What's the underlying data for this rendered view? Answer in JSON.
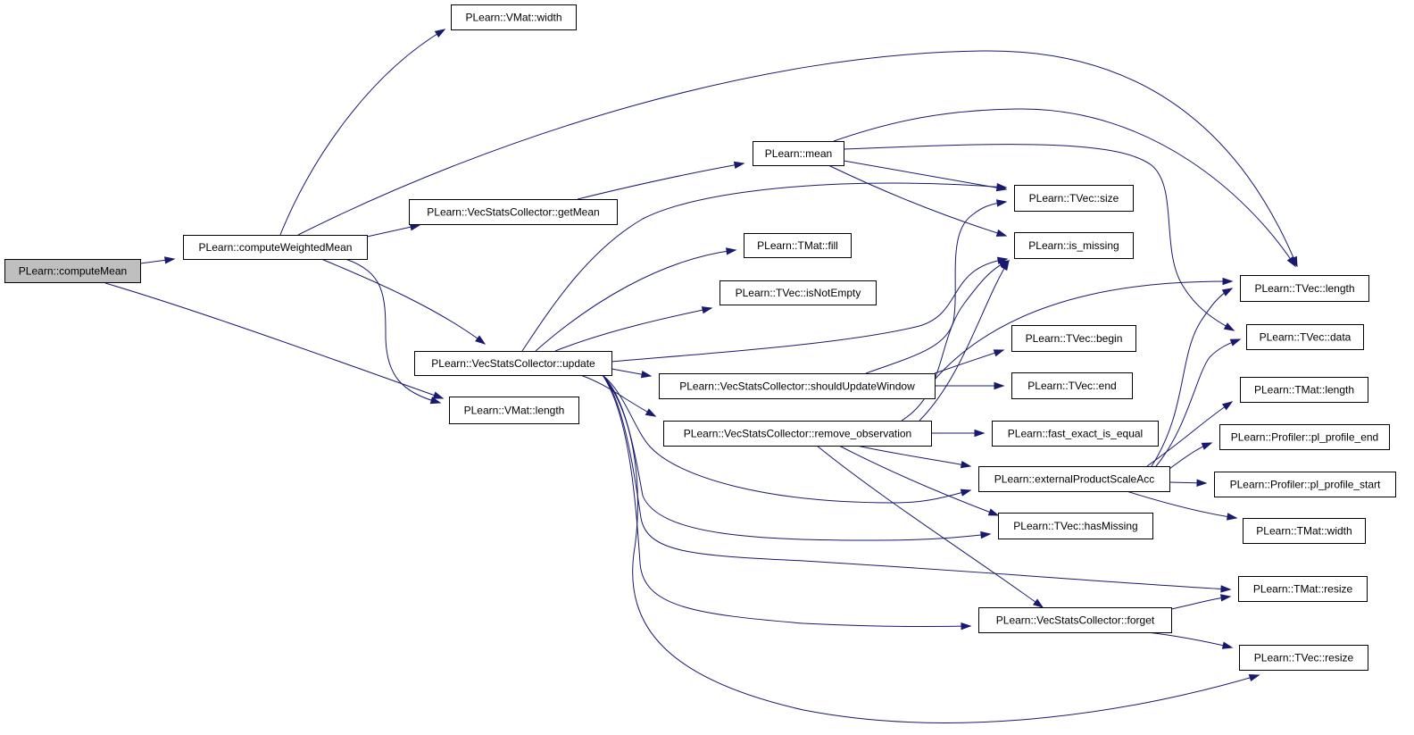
{
  "colors": {
    "edge": "#191970",
    "node_fill": "#ffffff",
    "root_fill": "#bfbfbf",
    "node_border": "#000000"
  },
  "nodes": [
    {
      "id": "computeMean",
      "label": "PLearn::computeMean",
      "root": true
    },
    {
      "id": "computeWeightedMean",
      "label": "PLearn::computeWeightedMean"
    },
    {
      "id": "vmatWidth",
      "label": "PLearn::VMat::width"
    },
    {
      "id": "vmatLength",
      "label": "PLearn::VMat::length"
    },
    {
      "id": "getMean",
      "label": "PLearn::VecStatsCollector::getMean"
    },
    {
      "id": "update",
      "label": "PLearn::VecStatsCollector::update"
    },
    {
      "id": "mean",
      "label": "PLearn::mean"
    },
    {
      "id": "tmatFill",
      "label": "PLearn::TMat::fill"
    },
    {
      "id": "tvecIsNotEmpty",
      "label": "PLearn::TVec::isNotEmpty"
    },
    {
      "id": "shouldUpdateWindow",
      "label": "PLearn::VecStatsCollector::shouldUpdateWindow"
    },
    {
      "id": "removeObservation",
      "label": "PLearn::VecStatsCollector::remove_observation"
    },
    {
      "id": "tvecSize",
      "label": "PLearn::TVec::size"
    },
    {
      "id": "isMissing",
      "label": "PLearn::is_missing"
    },
    {
      "id": "tvecBegin",
      "label": "PLearn::TVec::begin"
    },
    {
      "id": "tvecEnd",
      "label": "PLearn::TVec::end"
    },
    {
      "id": "fastExactIsEqual",
      "label": "PLearn::fast_exact_is_equal"
    },
    {
      "id": "externalProductScaleAcc",
      "label": "PLearn::externalProductScaleAcc"
    },
    {
      "id": "tvecHasMissing",
      "label": "PLearn::TVec::hasMissing"
    },
    {
      "id": "forget",
      "label": "PLearn::VecStatsCollector::forget"
    },
    {
      "id": "tvecLength",
      "label": "PLearn::TVec::length"
    },
    {
      "id": "tvecData",
      "label": "PLearn::TVec::data"
    },
    {
      "id": "tmatLength",
      "label": "PLearn::TMat::length"
    },
    {
      "id": "plProfileEnd",
      "label": "PLearn::Profiler::pl_profile_end"
    },
    {
      "id": "plProfileStart",
      "label": "PLearn::Profiler::pl_profile_start"
    },
    {
      "id": "tmatWidth",
      "label": "PLearn::TMat::width"
    },
    {
      "id": "tmatResize",
      "label": "PLearn::TMat::resize"
    },
    {
      "id": "tvecResize",
      "label": "PLearn::TVec::resize"
    }
  ],
  "edges": [
    {
      "from": "computeMean",
      "to": "computeWeightedMean"
    },
    {
      "from": "computeMean",
      "to": "vmatLength"
    },
    {
      "from": "computeWeightedMean",
      "to": "vmatWidth"
    },
    {
      "from": "computeWeightedMean",
      "to": "tvecLength"
    },
    {
      "from": "computeWeightedMean",
      "to": "getMean"
    },
    {
      "from": "computeWeightedMean",
      "to": "update"
    },
    {
      "from": "computeWeightedMean",
      "to": "vmatLength"
    },
    {
      "from": "getMean",
      "to": "mean"
    },
    {
      "from": "mean",
      "to": "tvecLength"
    },
    {
      "from": "mean",
      "to": "tvecData"
    },
    {
      "from": "mean",
      "to": "tvecSize"
    },
    {
      "from": "mean",
      "to": "isMissing"
    },
    {
      "from": "update",
      "to": "tvecSize"
    },
    {
      "from": "update",
      "to": "tmatFill"
    },
    {
      "from": "update",
      "to": "tvecIsNotEmpty"
    },
    {
      "from": "update",
      "to": "isMissing"
    },
    {
      "from": "update",
      "to": "shouldUpdateWindow"
    },
    {
      "from": "update",
      "to": "removeObservation"
    },
    {
      "from": "update",
      "to": "externalProductScaleAcc"
    },
    {
      "from": "update",
      "to": "tvecHasMissing"
    },
    {
      "from": "update",
      "to": "tmatResize"
    },
    {
      "from": "update",
      "to": "forget"
    },
    {
      "from": "update",
      "to": "tvecResize"
    },
    {
      "from": "shouldUpdateWindow",
      "to": "tvecLength"
    },
    {
      "from": "shouldUpdateWindow",
      "to": "tvecBegin"
    },
    {
      "from": "shouldUpdateWindow",
      "to": "tvecEnd"
    },
    {
      "from": "shouldUpdateWindow",
      "to": "tvecSize"
    },
    {
      "from": "removeObservation",
      "to": "isMissing"
    },
    {
      "from": "removeObservation",
      "to": "fastExactIsEqual"
    },
    {
      "from": "removeObservation",
      "to": "externalProductScaleAcc"
    },
    {
      "from": "removeObservation",
      "to": "tvecHasMissing"
    },
    {
      "from": "removeObservation",
      "to": "forget"
    },
    {
      "from": "externalProductScaleAcc",
      "to": "tvecLength"
    },
    {
      "from": "externalProductScaleAcc",
      "to": "tvecData"
    },
    {
      "from": "externalProductScaleAcc",
      "to": "tmatLength"
    },
    {
      "from": "externalProductScaleAcc",
      "to": "plProfileEnd"
    },
    {
      "from": "externalProductScaleAcc",
      "to": "plProfileStart"
    },
    {
      "from": "externalProductScaleAcc",
      "to": "tmatWidth"
    },
    {
      "from": "forget",
      "to": "tmatResize"
    },
    {
      "from": "forget",
      "to": "tvecResize"
    }
  ]
}
